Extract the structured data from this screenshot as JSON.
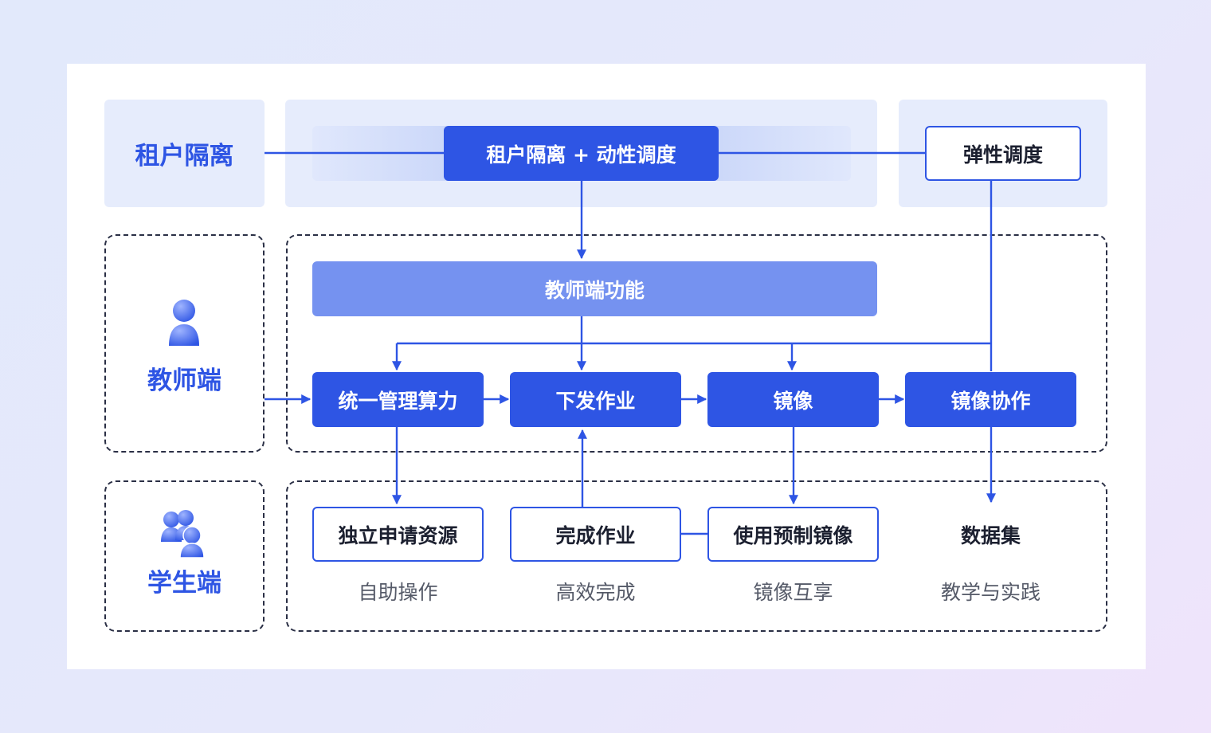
{
  "rows": {
    "tenant": {
      "label": "租户隔离",
      "center_box": "租户隔离 + 动性调度",
      "right_box": "弹性调度"
    },
    "teacher": {
      "label": "教师端",
      "icon": "teacher-person-icon",
      "function_bar": "教师端功能",
      "steps": [
        "统一管理算力",
        "下发作业",
        "镜像",
        "镜像协作"
      ]
    },
    "student": {
      "label": "学生端",
      "icon": "students-group-icon",
      "items": [
        {
          "title": "独立申请资源",
          "caption": "自助操作"
        },
        {
          "title": "完成作业",
          "caption": "高效完成"
        },
        {
          "title": "使用预制镜像",
          "caption": "镜像互享"
        },
        {
          "title": "数据集",
          "caption": "教学与实践"
        }
      ]
    }
  },
  "colors": {
    "primary": "#2e55e4",
    "primary_light": "#7592f0",
    "panel": "#e6ecfc",
    "text_dark": "#1c2030",
    "text_gray": "#555a68"
  }
}
